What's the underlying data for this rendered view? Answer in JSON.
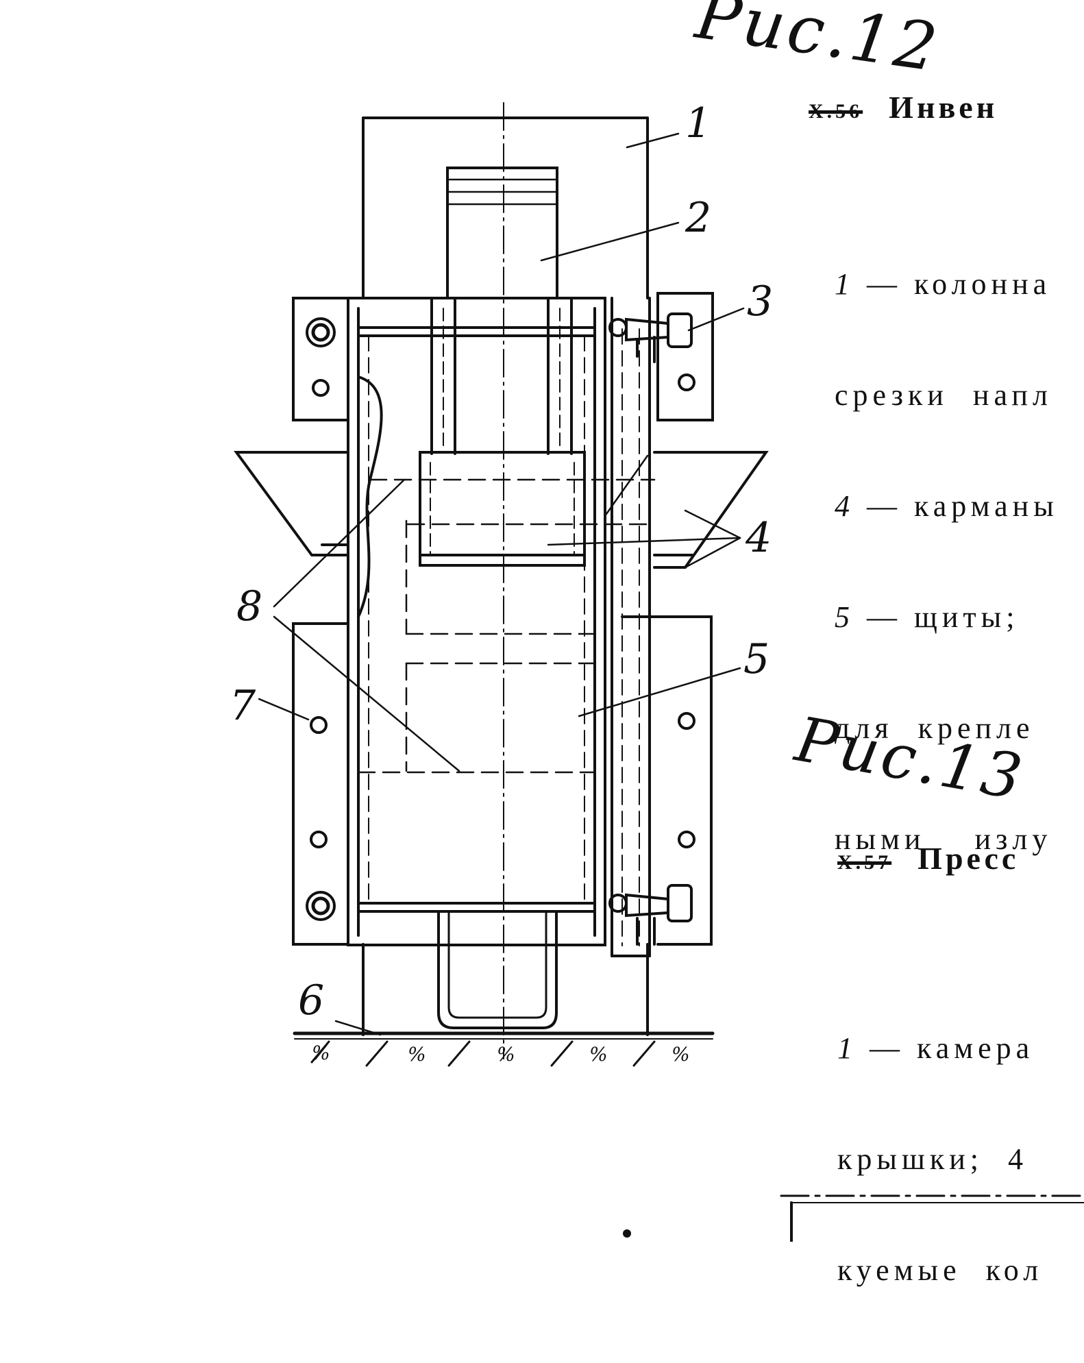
{
  "handwritten": {
    "top_note": "Рис.12",
    "middle_note": "Рис.13"
  },
  "section_1": {
    "struck_number": "Х.56",
    "title": "Инвен"
  },
  "caption_1": {
    "lines": [
      {
        "num": "1",
        "text": " — колонна"
      },
      {
        "num": "",
        "text": "срезки  напл"
      },
      {
        "num": "4",
        "text": " — карманы"
      },
      {
        "num": "5",
        "text": " — щиты;"
      },
      {
        "num": "",
        "text": "для  крепле"
      },
      {
        "num": "",
        "text": "ными    излу"
      }
    ]
  },
  "section_2": {
    "struck_number": "Х.57",
    "title": "Пресс"
  },
  "caption_2": {
    "lines": [
      {
        "num": "1",
        "text": " — камера"
      },
      {
        "num": "",
        "text": "крышки;  4"
      },
      {
        "num": "",
        "text": "куемые  кол"
      }
    ]
  },
  "diagram": {
    "labels": [
      "1",
      "2",
      "3",
      "4",
      "5",
      "6",
      "7",
      "8"
    ],
    "ground_marks": [
      "%",
      "%",
      "%",
      "%",
      "%"
    ]
  }
}
